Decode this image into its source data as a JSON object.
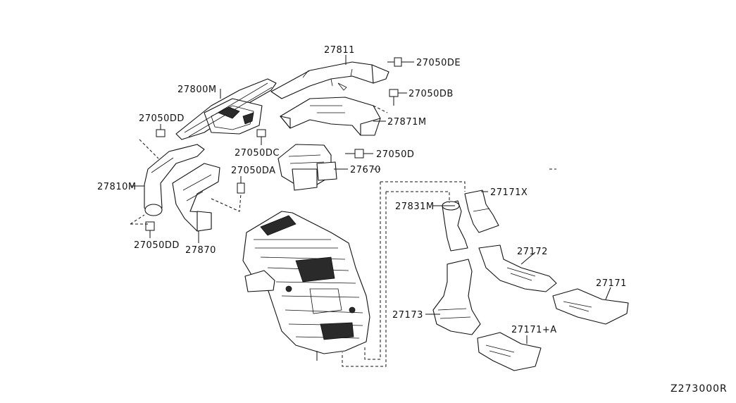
{
  "part_numbers": {
    "p27811": "27811",
    "p27050DE": "27050DE",
    "p27800M": "27800M",
    "p27050DB": "27050DB",
    "p27050DD_top": "27050DD",
    "p27871M": "27871M",
    "p27050DC": "27050DC",
    "p27050D": "27050D",
    "p27050DA": "27050DA",
    "p27670": "27670",
    "p27810M": "27810M",
    "p27171X": "27171X",
    "p27831M": "27831M",
    "p27172": "27172",
    "p27171": "27171",
    "p27050DD_bottom": "27050DD",
    "p27870": "27870",
    "p27173": "27173",
    "p27171A": "27171+A"
  },
  "diagram_code": "Z273000R",
  "colors": {
    "line": "#111111",
    "background": "#ffffff"
  }
}
